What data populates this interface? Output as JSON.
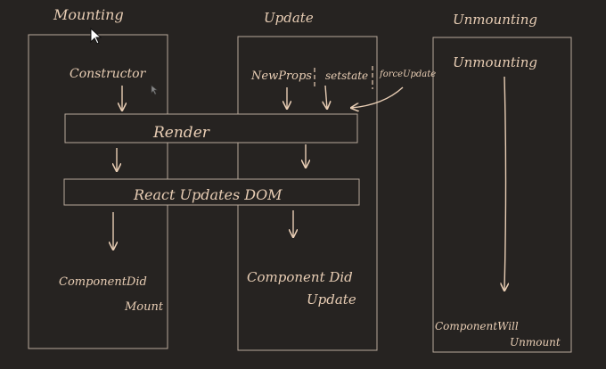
{
  "columns": {
    "mounting": {
      "title": "Mounting",
      "constructor": "Constructor",
      "did_mount_1": "ComponentDid",
      "did_mount_2": "Mount"
    },
    "update": {
      "title": "Update",
      "new_props": "NewProps",
      "set_state": "setstate",
      "force_update": "forceUpdate",
      "did_update_1": "Component Did",
      "did_update_2": "Update"
    },
    "unmounting": {
      "title": "Unmounting",
      "label": "Unmounting",
      "will_unmount_1": "ComponentWill",
      "will_unmount_2": "Unmount"
    }
  },
  "stages": {
    "render": "Render",
    "react_updates_dom": "React Updates DOM"
  },
  "colors": {
    "background": "#262321",
    "ink": "#e8cdb4",
    "box": "#b8a89a"
  },
  "icons": [
    "mouse-pointer-icon",
    "small-cursor-icon"
  ]
}
